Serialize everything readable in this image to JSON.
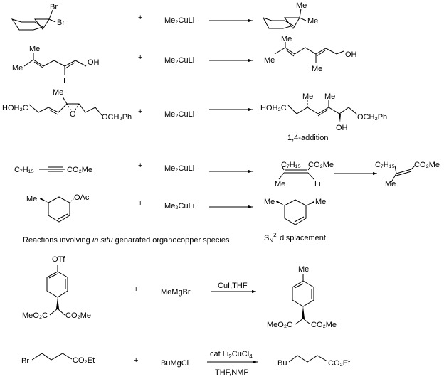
{
  "reactions": [
    {
      "plus": "+",
      "reagent": "Me₂CuLi",
      "reactant_labels": [
        "Br",
        "Br"
      ],
      "product_labels": [
        "Me",
        "Me"
      ]
    },
    {
      "plus": "+",
      "reagent": "Me₂CuLi",
      "reactant_labels": [
        "Me",
        "Me",
        "OH",
        "I"
      ],
      "product_labels": [
        "Me",
        "Me",
        "OH",
        "Me"
      ]
    },
    {
      "plus": "+",
      "reagent": "Me₂CuLi",
      "reactant_labels": [
        "HOH₂C",
        "Me",
        "O",
        "OCH₂Ph"
      ],
      "product_labels": [
        "HOH₂C",
        "Me",
        "Me",
        "OH",
        "OCH₂Ph"
      ],
      "note": "1,4-addition"
    },
    {
      "plus": "+",
      "reagent": "Me₂CuLi",
      "reactant_labels": [
        "C₇H₁₅",
        "CO₂Me"
      ],
      "intermediate_labels": [
        "C₇H₁₅",
        "CO₂Me",
        "Me",
        "Li"
      ],
      "product_labels": [
        "C₇H₁₅",
        "CO₂Me",
        "Me"
      ]
    },
    {
      "plus": "+",
      "reagent": "Me₂CuLi",
      "reactant_labels": [
        "Me",
        "OAc"
      ],
      "product_labels": [
        "Me",
        "Me"
      ],
      "note_main": "S",
      "note_sub": "N",
      "note_sup": "2'",
      "note_rest": " displacement"
    },
    {
      "plus": "+",
      "reagent": "MeMgBr",
      "condition": "CuI,THF",
      "reactant_labels": [
        "OTf",
        "MeO₂C",
        "CO₂Me"
      ],
      "product_labels": [
        "Me",
        "MeO₂C",
        "CO₂Me"
      ]
    },
    {
      "plus": "+",
      "reagent": "BuMgCl",
      "condition_top_main": "cat Li",
      "condition_top_sub1": "2",
      "condition_top_mid": "CuCl",
      "condition_top_sub2": "4",
      "condition_bottom": "THF,NMP",
      "reactant_labels": [
        "Br",
        "CO₂Et"
      ],
      "product_labels": [
        "Bu",
        "CO₂Et"
      ]
    }
  ],
  "section_heading": {
    "pre": "Reactions involving ",
    "italic": "in situ",
    "post": " genarated organocopper species"
  }
}
